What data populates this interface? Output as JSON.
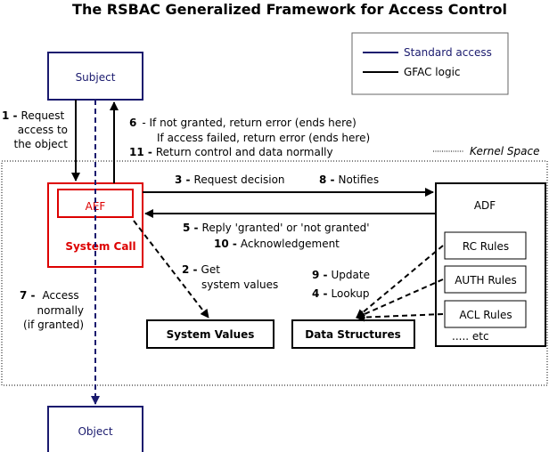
{
  "title": "The RSBAC  Generalized Framework for Access Control",
  "legend": {
    "standard_access": "Standard access",
    "gfac_logic": "GFAC logic"
  },
  "kernel_space_label": "Kernel Space",
  "nodes": {
    "subject": "Subject",
    "object": "Object",
    "aef": "AEF",
    "system_call": "System Call",
    "adf": "ADF",
    "system_values": "System Values",
    "data_structures": "Data Structures",
    "rc_rules": "RC Rules",
    "auth_rules": "AUTH Rules",
    "acl_rules": "ACL Rules",
    "etc": "..... etc"
  },
  "steps": {
    "s1_num": "1 -",
    "s1_lines": [
      "Request",
      "access to",
      "the object"
    ],
    "s2_num": "2 -",
    "s2_lines": [
      "Get",
      "system values"
    ],
    "s3_num": "3 -",
    "s3_text": "Request decision",
    "s4_num": "4 -",
    "s4_text": "Lookup",
    "s5_num": "5 -",
    "s5_text": "Reply 'granted' or 'not granted'",
    "s6_num": "6",
    "s6_lines": [
      "-  If not granted, return error (ends here)",
      "If access failed, return error (ends here)"
    ],
    "s7_num": "7 -",
    "s7_lines": [
      "Access",
      "normally",
      "(if granted)"
    ],
    "s8_num": "8 -",
    "s8_text": "Notifies",
    "s9_num": "9 -",
    "s9_text": "Update",
    "s10_num": "10 -",
    "s10_text": "Acknowledgement",
    "s11_num": "11 -",
    "s11_text": "Return control and data normally"
  },
  "colors": {
    "standard_access": "#1a1a6e",
    "gfac_logic": "#000000",
    "aef_red": "#dd0000"
  }
}
